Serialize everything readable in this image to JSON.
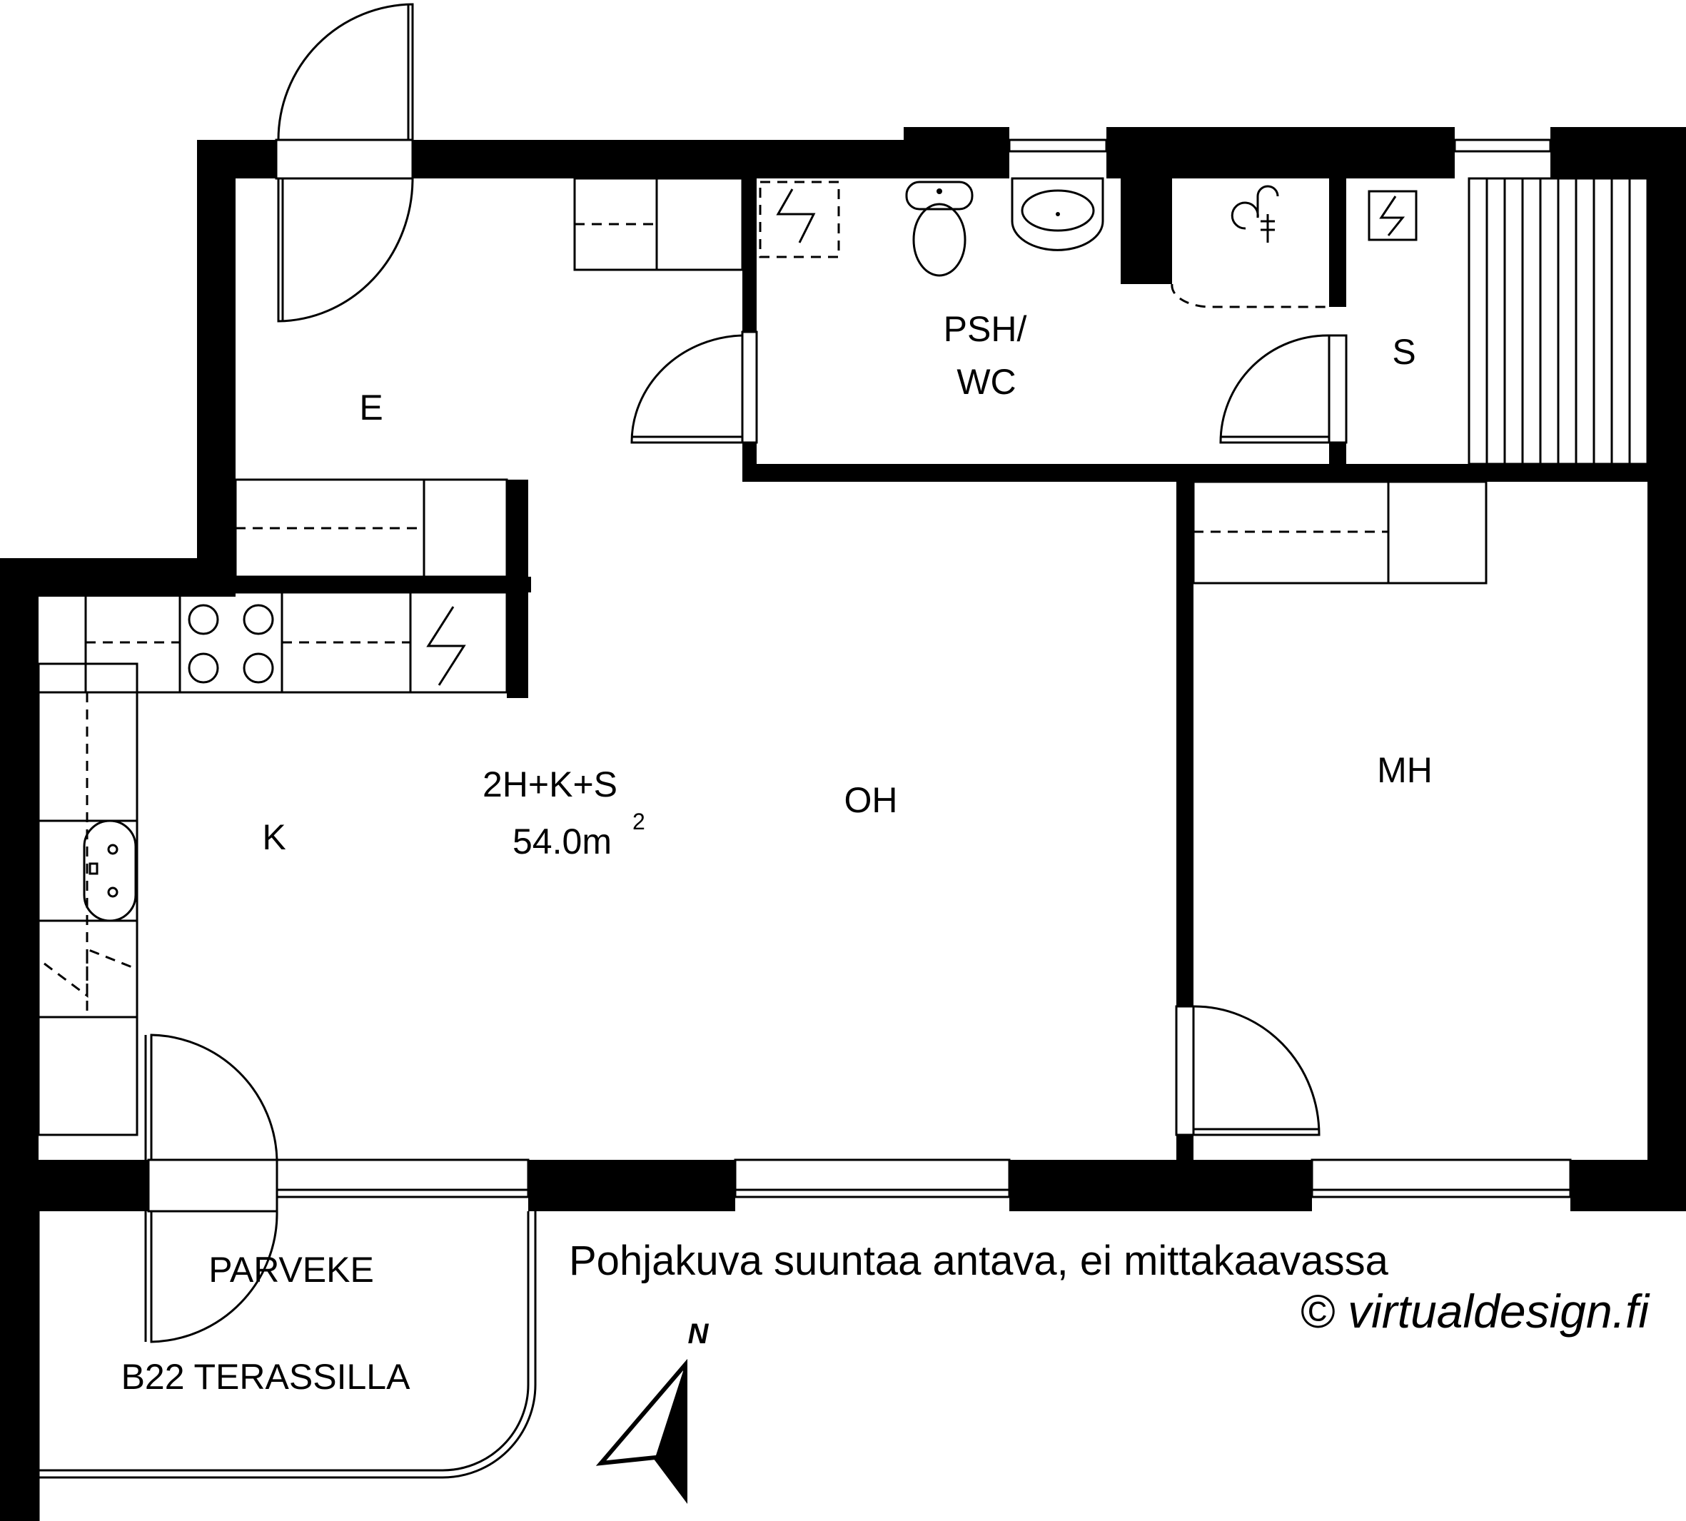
{
  "rooms": {
    "entrance": "E",
    "bathroom_line1": "PSH/",
    "bathroom_line2": "WC",
    "sauna": "S",
    "kitchen": "K",
    "living": "OH",
    "bedroom": "MH",
    "balcony": "PARVEKE",
    "balcony_sub": "B22 TERASSILLA"
  },
  "apartment": {
    "type": "2H+K+S",
    "area": "54.0m",
    "area_unit_sup": "2"
  },
  "notes": {
    "disclaimer": "Pohjakuva suuntaa antava, ei mittakaavassa",
    "credit": "© virtualdesign.fi"
  },
  "compass": {
    "label": "N"
  },
  "colors": {
    "wall": "#000000",
    "background": "#ffffff"
  }
}
